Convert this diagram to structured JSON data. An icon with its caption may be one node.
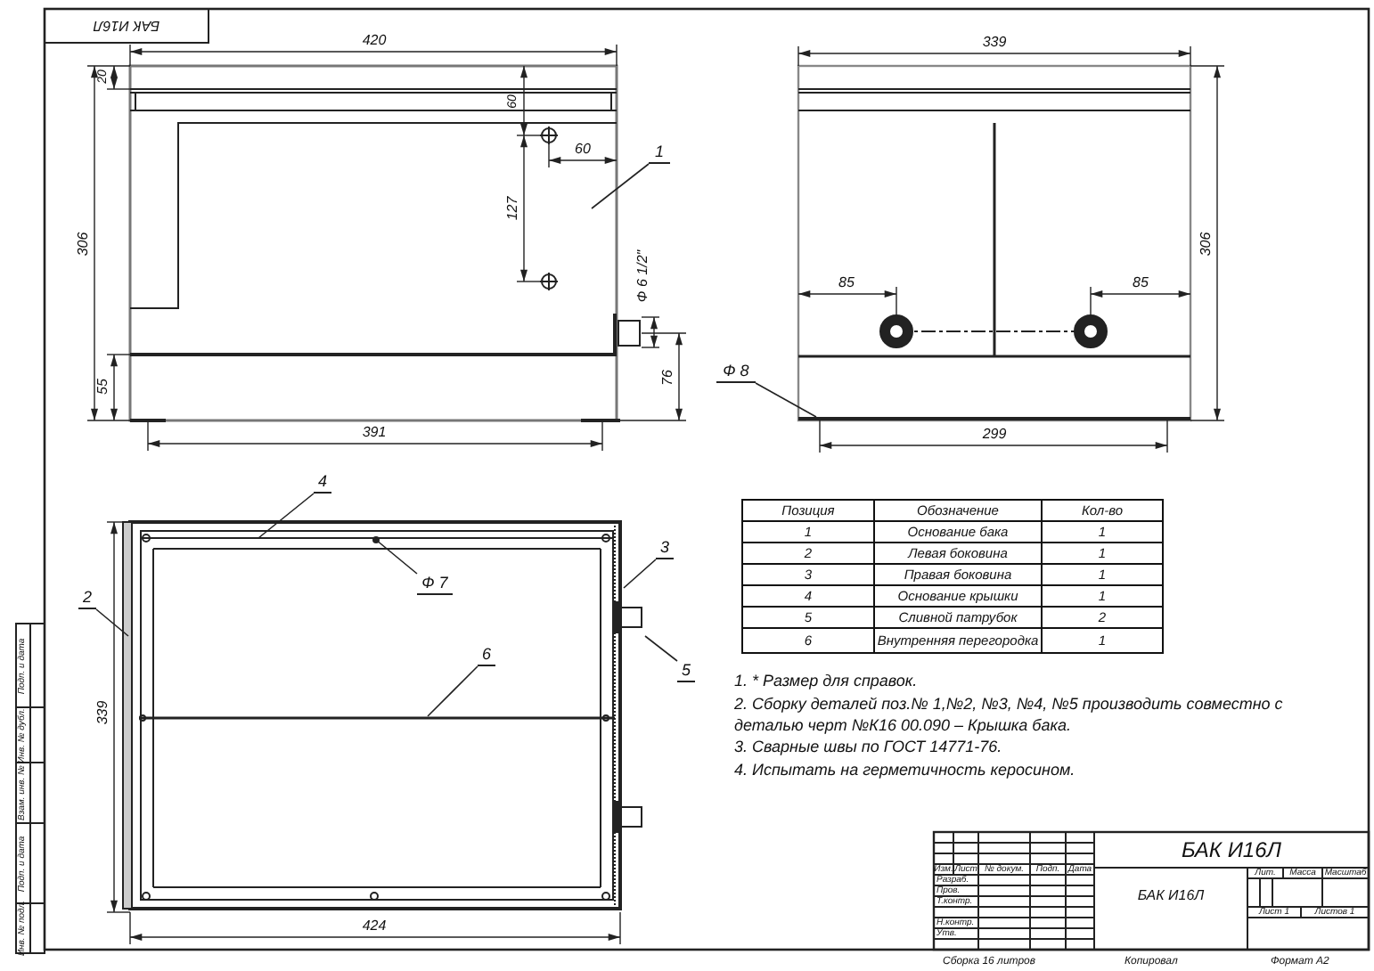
{
  "diagram": {
    "nodes": [
      {
        "text": [
          "1"
        ]
      },
      {
        "text": [
          "Ф 8"
        ]
      },
      {
        "text": [
          "4"
        ]
      },
      {
        "text": [
          "Ф 7"
        ]
      },
      {
        "text": [
          "2"
        ]
      },
      {
        "text": [
          "3"
        ]
      },
      {
        "text": [
          "6"
        ]
      },
      {
        "text": [
          "5"
        ]
      }
    ],
    "edges": [
      {
        "from": 0,
        "to": null,
        "arrow": "none"
      },
      {
        "from": 1,
        "to": null,
        "arrow": "none"
      },
      {
        "from": 2,
        "to": null,
        "arrow": "none"
      },
      {
        "from": 3,
        "to": null,
        "arrow": "other"
      },
      {
        "from": 4,
        "to": null,
        "arrow": "none"
      },
      {
        "from": 5,
        "to": null,
        "arrow": "none"
      },
      {
        "from": 6,
        "to": null,
        "arrow": "none"
      },
      {
        "from": 7,
        "to": null,
        "arrow": "none"
      }
    ],
    "labels": [
      "БАК И16Л",
      "420",
      "20",
      "60",
      "60",
      "127",
      "306",
      "Ф 6 1/2\"",
      "55",
      "76",
      "391",
      "339",
      "306",
      "85",
      "85",
      "299",
      "339",
      "424",
      "Позиция",
      "Обозначение",
      "Кол-во",
      "1",
      "Основание бака",
      "1",
      "2",
      "Левая боковина",
      "1",
      "3",
      "Правая боковина",
      "1",
      "4",
      "Основание крышки",
      "1",
      "5",
      "Сливной патрубок",
      "2",
      "6",
      "Внутренняя перегородка",
      "1",
      "1. * Размер для справок.",
      "2. Сборку деталей поз.№ 1,№2, №3, №4, №5 производить совместно с деталью черт №К16 00.090 – Крышка бака.",
      "3. Сварные швы по ГОСТ 14771-76.",
      "4. Испытать на герметичность керосином.",
      "БАК И16Л",
      "Изм.",
      "Лист",
      "№ докум.",
      "Подп.",
      "Дата",
      "Разраб.",
      "Пров.",
      "Т.контр.",
      "Н.контр.",
      "Утв.",
      "БАК И16Л",
      "Лит.",
      "Масса",
      "Масштаб",
      "Лист 1",
      "Листов 1",
      "Сборка 16 литров",
      "Копировал",
      "Формат A2",
      "Подп. и дата",
      "Инв. № дубл.",
      "Взам. инв. №",
      "Подп. и дата",
      "Инв. № подл."
    ]
  }
}
